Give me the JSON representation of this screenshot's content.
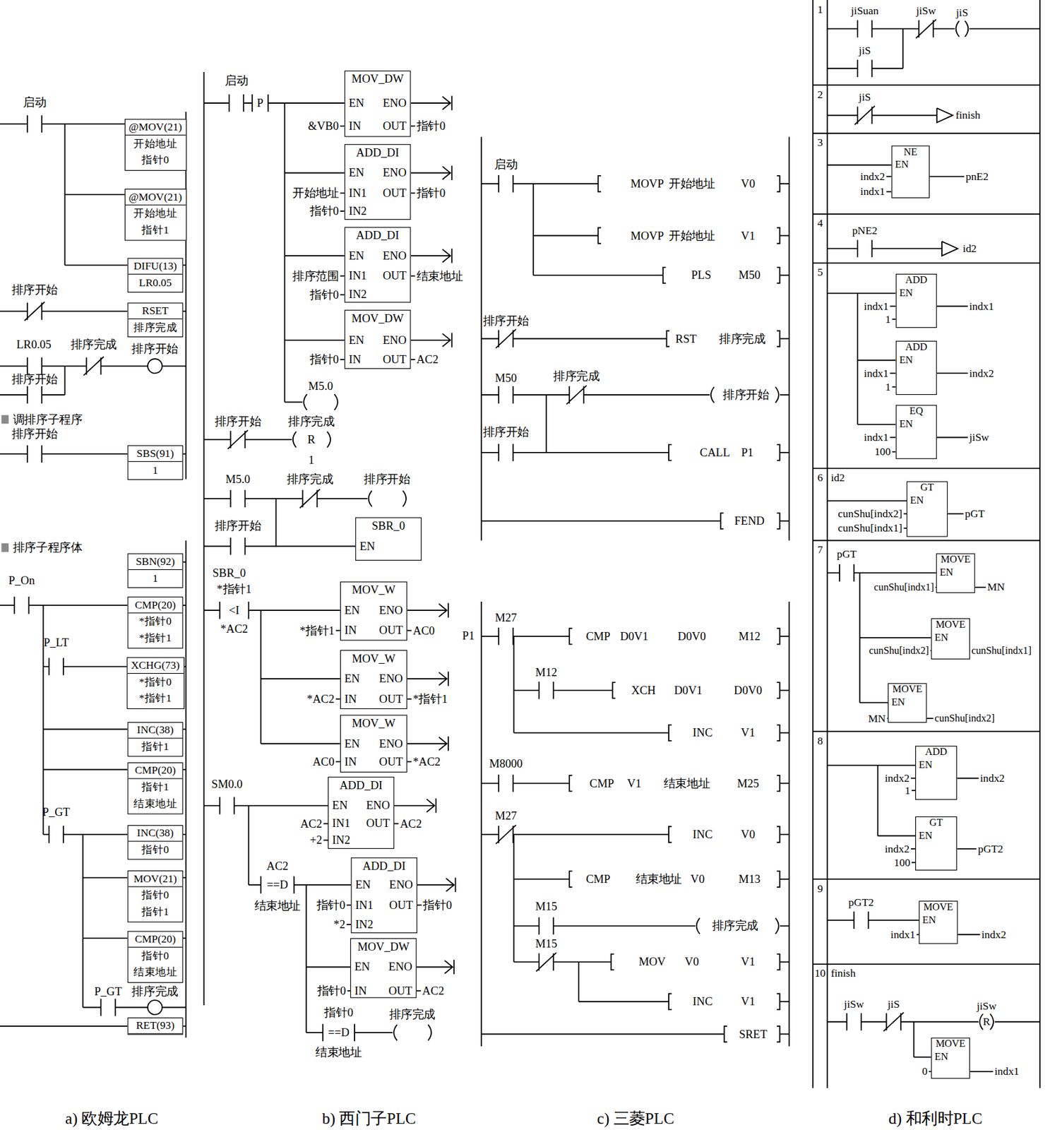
{
  "diagram": {
    "nodes": [
      {
        "text": [
          "@MOV(21)",
          "开始地址",
          "指针0"
        ]
      },
      {
        "text": [
          "@MOV(21)",
          "开始地址",
          "指针1"
        ]
      },
      {
        "text": [
          "DIFU(13)",
          "LR0.05"
        ]
      },
      {
        "text": [
          "RSET",
          "排序完成"
        ]
      },
      {
        "text": [
          "SBS(91)",
          "1"
        ]
      },
      {
        "text": [
          "SBN(92)",
          "1"
        ]
      },
      {
        "text": [
          "CMP(20)",
          "*指针0",
          "*指针1"
        ]
      },
      {
        "text": [
          "XCHG(73)",
          "*指针0",
          "*指针1"
        ]
      },
      {
        "text": [
          "INC(38)",
          "指针1"
        ]
      },
      {
        "text": [
          "CMP(20)",
          "指针1",
          "结束地址"
        ]
      },
      {
        "text": [
          "INC(38)",
          "指针0"
        ]
      },
      {
        "text": [
          "MOV(21)",
          "指针0",
          "指针1"
        ]
      },
      {
        "text": [
          "CMP(20)",
          "指针0",
          "结束地址"
        ]
      },
      {
        "text": [
          "RET(93)"
        ]
      },
      {
        "text": [
          "MOV_DW",
          "EN",
          "ENO",
          "IN",
          "OUT"
        ]
      },
      {
        "text": [
          "ADD_DI",
          "EN",
          "ENO",
          "IN1",
          "OUT",
          "IN2"
        ]
      },
      {
        "text": [
          "ADD_DI",
          "EN",
          "ENO",
          "IN1",
          "OUT",
          "IN2"
        ]
      },
      {
        "text": [
          "MOV_DW",
          "EN",
          "ENO",
          "IN",
          "OUT"
        ]
      },
      {
        "text": [
          "SBR_0",
          "EN"
        ]
      },
      {
        "text": [
          "MOV_W",
          "EN",
          "ENO",
          "IN",
          "OUT"
        ]
      },
      {
        "text": [
          "MOV_W",
          "EN",
          "ENO",
          "IN",
          "OUT"
        ]
      },
      {
        "text": [
          "MOV_W",
          "EN",
          "ENO",
          "IN",
          "OUT"
        ]
      },
      {
        "text": [
          "ADD_DI",
          "EN",
          "ENO",
          "IN1",
          "OUT",
          "IN2"
        ]
      },
      {
        "text": [
          "ADD_DI",
          "EN",
          "ENO",
          "IN1",
          "OUT",
          "IN2"
        ]
      },
      {
        "text": [
          "MOV_DW",
          "EN",
          "ENO",
          "IN",
          "OUT"
        ]
      },
      {
        "text": [
          "NE",
          "EN"
        ]
      },
      {
        "text": [
          "ADD",
          "EN"
        ]
      },
      {
        "text": [
          "ADD",
          "EN"
        ]
      },
      {
        "text": [
          "EQ",
          "EN"
        ]
      },
      {
        "text": [
          "GT",
          "EN"
        ]
      },
      {
        "text": [
          "MOVE",
          "EN"
        ]
      },
      {
        "text": [
          "MOVE",
          "EN"
        ]
      },
      {
        "text": [
          "MOVE",
          "EN"
        ]
      },
      {
        "text": [
          "ADD",
          "EN"
        ]
      },
      {
        "text": [
          "GT",
          "EN"
        ]
      },
      {
        "text": [
          "MOVE",
          "EN"
        ]
      },
      {
        "text": [
          "MOVE",
          "EN"
        ]
      }
    ],
    "labels": [
      "启动",
      "排序开始",
      "LR0.05",
      "排序完成",
      "排序开始",
      "排序开始",
      "调排序子程序",
      "排序开始",
      "排序子程序体",
      "P_On",
      "P_LT",
      "P_GT",
      "P_GT",
      "排序完成",
      "启动",
      "P",
      "&VB0",
      "指针0",
      "开始地址",
      "指针0",
      "指针0",
      "排序范围",
      "指针0",
      "结束地址",
      "指针0",
      "AC2",
      "M5.0",
      "排序开始",
      "排序完成",
      "R",
      "1",
      "M5.0",
      "排序完成",
      "排序开始",
      "排序开始",
      "SBR_0",
      "*指针1",
      "<I",
      "*AC2",
      "*指针1",
      "AC0",
      "*AC2",
      "*指针1",
      "AC0",
      "*AC2",
      "SM0.0",
      "AC2",
      "+2",
      "AC2",
      "AC2",
      "==D",
      "结束地址",
      "指针0",
      "*2",
      "指针0",
      "指针0",
      "AC2",
      "指针0",
      "==D",
      "结束地址",
      "排序完成",
      "启动",
      "MOVP",
      "开始地址",
      "V0",
      "MOVP",
      "开始地址",
      "V1",
      "PLS",
      "M50",
      "排序开始",
      "RST",
      "排序完成",
      "M50",
      "排序完成",
      "排序开始",
      "排序开始",
      "CALL",
      "P1",
      "FEND",
      "P1",
      "M27",
      "CMP",
      "D0V1",
      "D0V0",
      "M12",
      "M12",
      "XCH",
      "D0V1",
      "D0V0",
      "INC",
      "V1",
      "M8000",
      "CMP",
      "V1",
      "结束地址",
      "M25",
      "M27",
      "INC",
      "V0",
      "CMP",
      "结束地址",
      "V0",
      "M13",
      "M15",
      "排序完成",
      "M15",
      "MOV",
      "V0",
      "V1",
      "INC",
      "V1",
      "SRET",
      "1",
      "jiSuan",
      "jiSw",
      "jiS",
      "jiS",
      "2",
      "jiS",
      "finish",
      "3",
      "indx2",
      "indx1",
      "pnE2",
      "4",
      "pNE2",
      "id2",
      "5",
      "indx1",
      "1",
      "indx1",
      "indx1",
      "1",
      "indx2",
      "indx1",
      "100",
      "jiSw",
      "6",
      "id2",
      "cunShu[indx2]",
      "cunShu[indx1]",
      "pGT",
      "7",
      "pGT",
      "cunShu[indx1]",
      "MN",
      "cunShu[indx2]",
      "cunShu[indx1]",
      "MN",
      "cunShu[indx2]",
      "8",
      "indx2",
      "1",
      "indx2",
      "indx2",
      "100",
      "pGT2",
      "9",
      "pGT2",
      "indx1",
      "indx2",
      "10",
      "finish",
      "jiSw",
      "jiS",
      "jiSw",
      "R",
      "0",
      "indx1",
      "a) 欧姆龙PLC",
      "b) 西门子PLC",
      "c) 三菱PLC",
      "d) 和利时PLC"
    ]
  }
}
